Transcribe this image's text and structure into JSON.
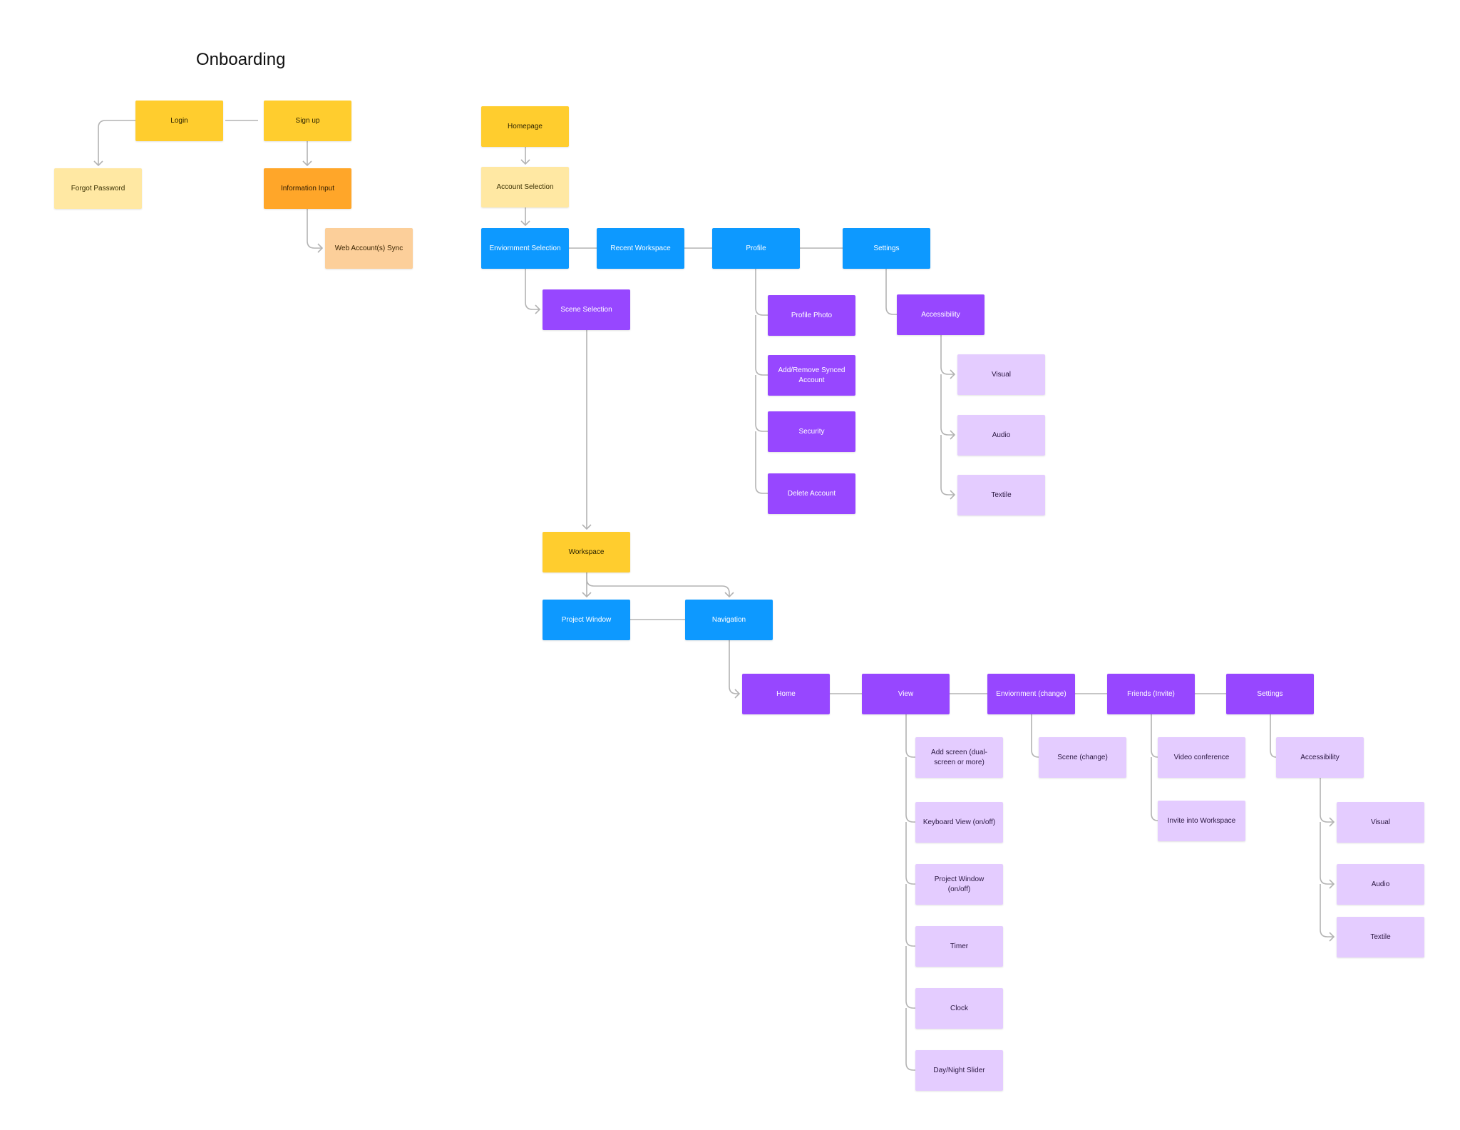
{
  "title": "Onboarding",
  "colors": {
    "yellow": "#ffcd2e",
    "yellow_light": "#ffe8a3",
    "orange": "#ffa629",
    "peach": "#fccf9a",
    "blue": "#0d99ff",
    "purple": "#9747ff",
    "lavender": "#e4ccff",
    "connector": "#b3b3b3"
  },
  "nodes": {
    "login": "Login",
    "signup": "Sign up",
    "forgot_password": "Forgot Password",
    "information_input": "Information Input",
    "web_account_sync": "Web Account(s) Sync",
    "homepage": "Homepage",
    "account_selection": "Account Selection",
    "environment_selection": "Enviornment Selection",
    "recent_workspace": "Recent Workspace",
    "profile": "Profile",
    "settings_top": "Settings",
    "scene_selection": "Scene Selection",
    "profile_photo": "Profile Photo",
    "add_remove_synced": "Add/Remove Synced Account",
    "security": "Security",
    "delete_account": "Delete Account",
    "accessibility_top": "Accessibility",
    "visual_top": "Visual",
    "audio_top": "Audio",
    "textile_top": "Textile",
    "workspace": "Workspace",
    "project_window": "Project Window",
    "navigation": "Navigation",
    "home": "Home",
    "view": "View",
    "environment_change": "Enviornment (change)",
    "friends_invite": "Friends (Invite)",
    "settings_bottom": "Settings",
    "add_screen": "Add screen (dual-screen or more)",
    "keyboard_view": "Keyboard View (on/off)",
    "project_window_toggle": "Project Window (on/off)",
    "timer": "Timer",
    "clock": "Clock",
    "day_night_slider": "Day/Night Slider",
    "scene_change": "Scene (change)",
    "video_conference": "Video conference",
    "invite_into_workspace": "Invite into Workspace",
    "accessibility_bottom": "Accessibility",
    "visual_bottom": "Visual",
    "audio_bottom": "Audio",
    "textile_bottom": "Textile"
  }
}
